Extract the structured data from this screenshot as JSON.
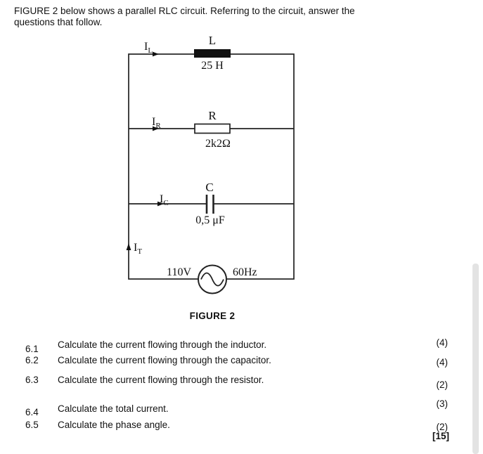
{
  "header": {
    "intro_line1": "FIGURE 2 below shows a parallel RLC circuit. Referring to the circuit, answer the",
    "intro_line2": "questions that follow."
  },
  "circuit": {
    "components": {
      "inductor": {
        "label": "L",
        "value": "25 H"
      },
      "resistor": {
        "label": "R",
        "value": "2k2Ω"
      },
      "capacitor": {
        "label": "C",
        "value": "0,5 μF"
      }
    },
    "branch_currents": {
      "inductor": {
        "main": "I",
        "sub": "L"
      },
      "resistor": {
        "main": "I",
        "sub": "R"
      },
      "capacitor": {
        "main": "I",
        "sub": "C"
      },
      "total": {
        "main": "I",
        "sub": "T"
      }
    },
    "source": {
      "voltage": "110V",
      "frequency": "60Hz"
    }
  },
  "figure_caption": "FIGURE 2",
  "questions": [
    {
      "number": "6.1",
      "text": "Calculate the current flowing through the inductor.",
      "marks": "(4)"
    },
    {
      "number": "6.2",
      "text": "Calculate the current flowing through the capacitor.",
      "marks": "(4)"
    },
    {
      "number": "6.3",
      "text": "Calculate the current flowing through the resistor.",
      "marks": "(2)"
    },
    {
      "number": "6.4",
      "text": "Calculate the total current.",
      "marks": "(3)"
    },
    {
      "number": "6.5",
      "text": "Calculate the phase angle.",
      "marks": "(2)"
    }
  ],
  "total_marks": "[15]",
  "colors": {
    "ink": "#111111",
    "wire": "#222222",
    "scrollbar": "#e3e3e3"
  }
}
